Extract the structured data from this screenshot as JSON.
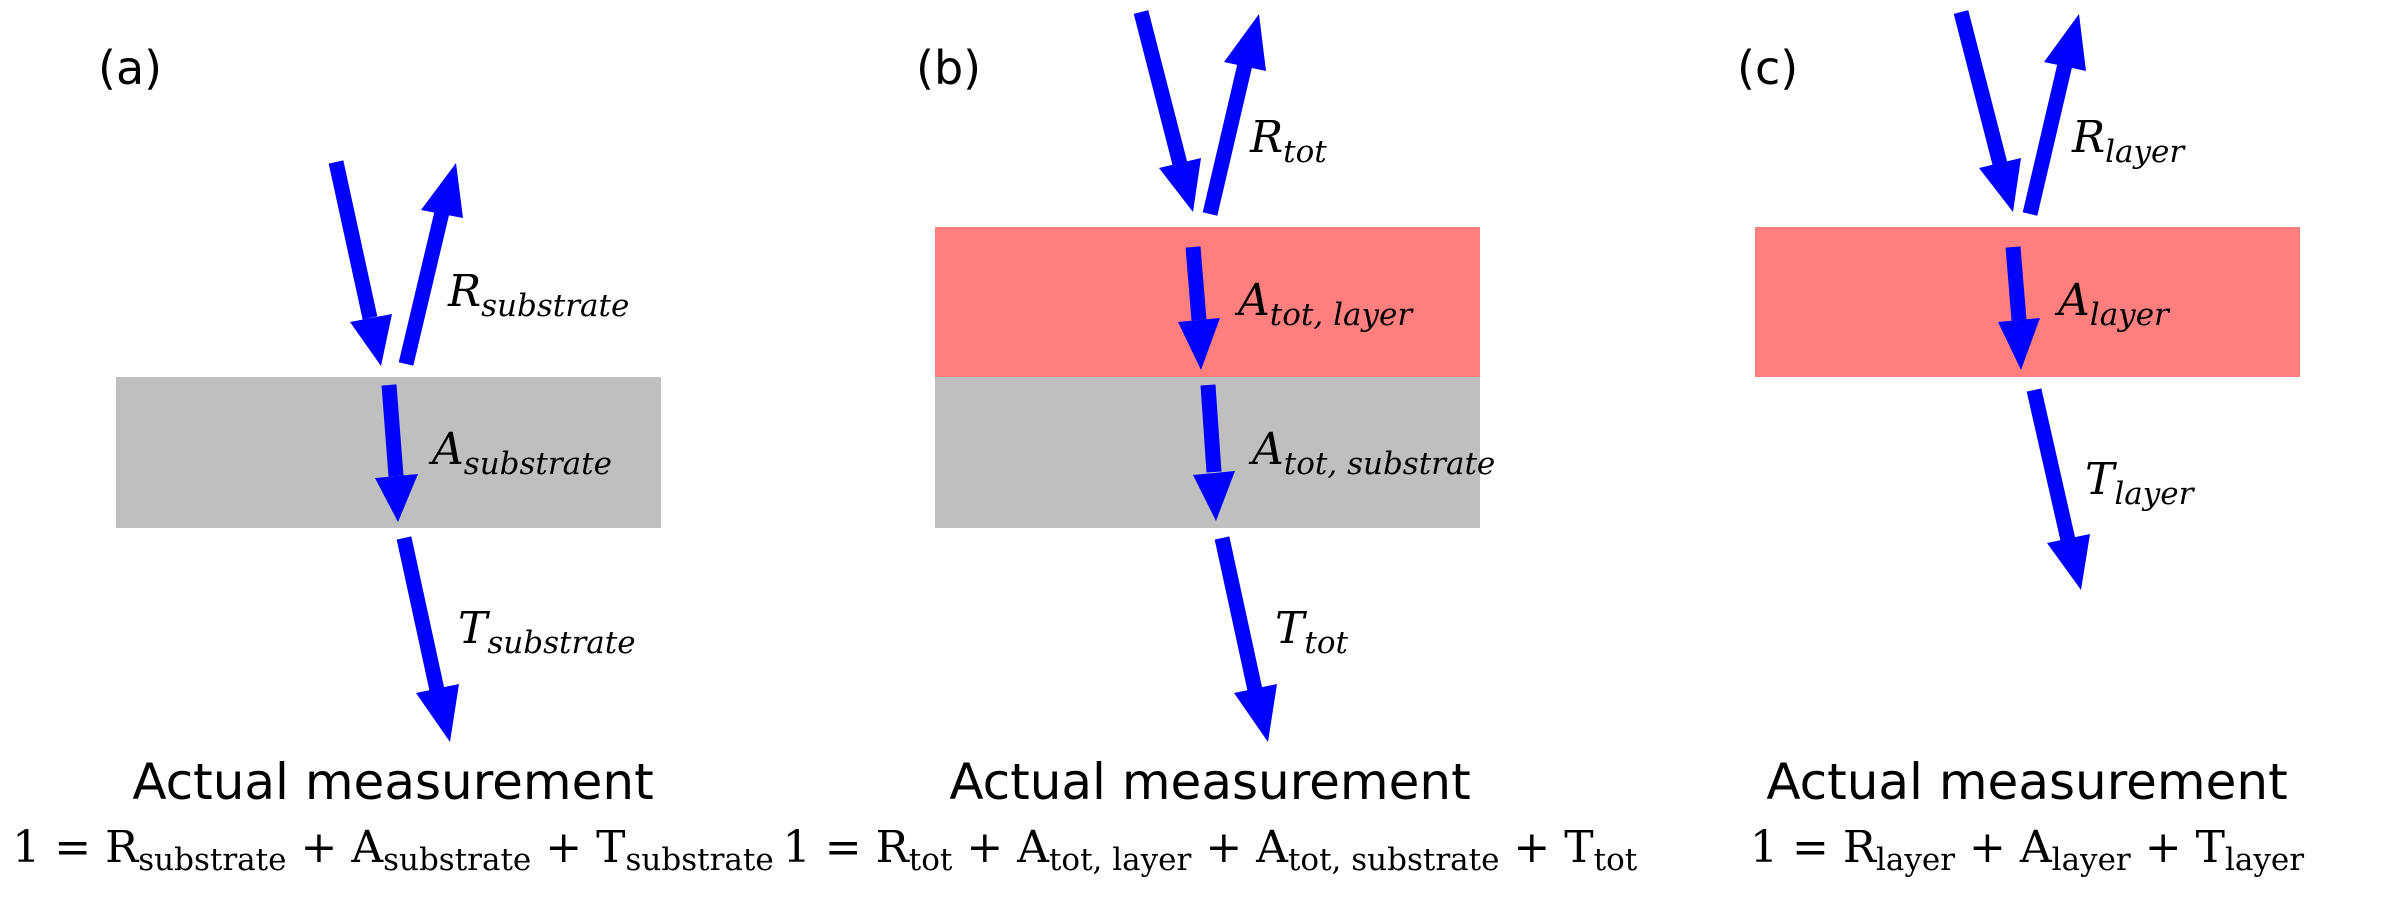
{
  "panels": [
    {
      "label": "(a)",
      "labels": {
        "reflect": {
          "main": "R",
          "sub": "substrate"
        },
        "absorb1": {
          "main": "A",
          "sub": "substrate"
        },
        "transmit": {
          "main": "T",
          "sub": "substrate"
        }
      },
      "caption": "Actual measurement",
      "equation": {
        "lhs": "1",
        "terms": [
          {
            "main": "R",
            "sub": "substrate"
          },
          {
            "main": "A",
            "sub": "substrate"
          },
          {
            "main": "T",
            "sub": "substrate"
          }
        ]
      }
    },
    {
      "label": "(b)",
      "labels": {
        "reflect": {
          "main": "R",
          "sub": "tot"
        },
        "absorb_layer": {
          "main": "A",
          "sub": "tot, layer"
        },
        "absorb_substrate": {
          "main": "A",
          "sub": "tot, substrate"
        },
        "transmit": {
          "main": "T",
          "sub": "tot"
        }
      },
      "caption": "Actual measurement",
      "equation": {
        "lhs": "1",
        "terms": [
          {
            "main": "R",
            "sub": "tot"
          },
          {
            "main": "A",
            "sub": "tot, layer"
          },
          {
            "main": "A",
            "sub": "tot, substrate"
          },
          {
            "main": "T",
            "sub": "tot"
          }
        ]
      }
    },
    {
      "label": "(c)",
      "labels": {
        "reflect": {
          "main": "R",
          "sub": "layer"
        },
        "absorb_layer": {
          "main": "A",
          "sub": "layer"
        },
        "transmit": {
          "main": "T",
          "sub": "layer"
        }
      },
      "caption": "Actual measurement",
      "equation": {
        "lhs": "1",
        "terms": [
          {
            "main": "R",
            "sub": "layer"
          },
          {
            "main": "A",
            "sub": "layer"
          },
          {
            "main": "T",
            "sub": "layer"
          }
        ]
      }
    }
  ],
  "colors": {
    "arrow": "#0000ff",
    "substrate": "#bfbfbf",
    "layer": "#ff7f7f"
  }
}
